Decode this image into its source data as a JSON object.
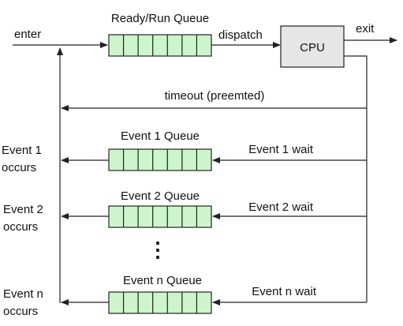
{
  "colors": {
    "queue_fill": "#ccf5cc",
    "cpu_fill": "#e6e6e6",
    "line": "#222222"
  },
  "labels": {
    "enter": "enter",
    "ready_queue": "Ready/Run Queue",
    "dispatch": "dispatch",
    "cpu": "CPU",
    "exit": "exit",
    "timeout": "timeout (preemted)",
    "event1_queue": "Event 1 Queue",
    "event1_wait": "Event 1 wait",
    "event1_occurs_line1": "Event 1",
    "event1_occurs_line2": "occurs",
    "event2_queue": "Event 2 Queue",
    "event2_wait": "Event 2 wait",
    "event2_occurs_line1": "Event 2",
    "event2_occurs_line2": "occurs",
    "ellipsis": "⋮",
    "eventn_queue": "Event n Queue",
    "eventn_wait": "Event n wait",
    "eventn_occurs_line1": "Event n",
    "eventn_occurs_line2": "occurs"
  },
  "queue_slots": 7
}
